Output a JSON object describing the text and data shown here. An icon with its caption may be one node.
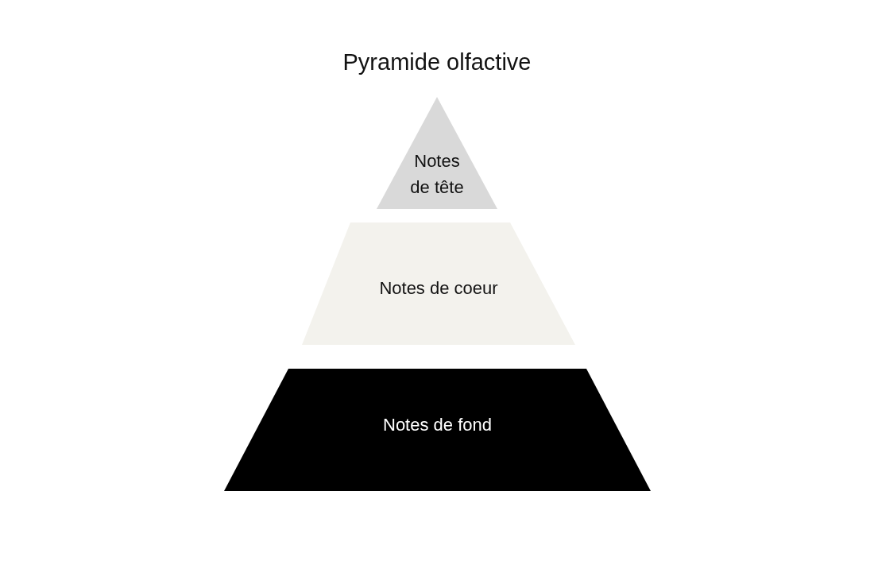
{
  "diagram": {
    "title": "Pyramide olfactive",
    "nodes": [
      {
        "text": [
          "Notes de tête"
        ]
      },
      {
        "text": [
          "Notes de coeur"
        ]
      },
      {
        "text": [
          "Notes de fond"
        ]
      }
    ],
    "edges": []
  }
}
